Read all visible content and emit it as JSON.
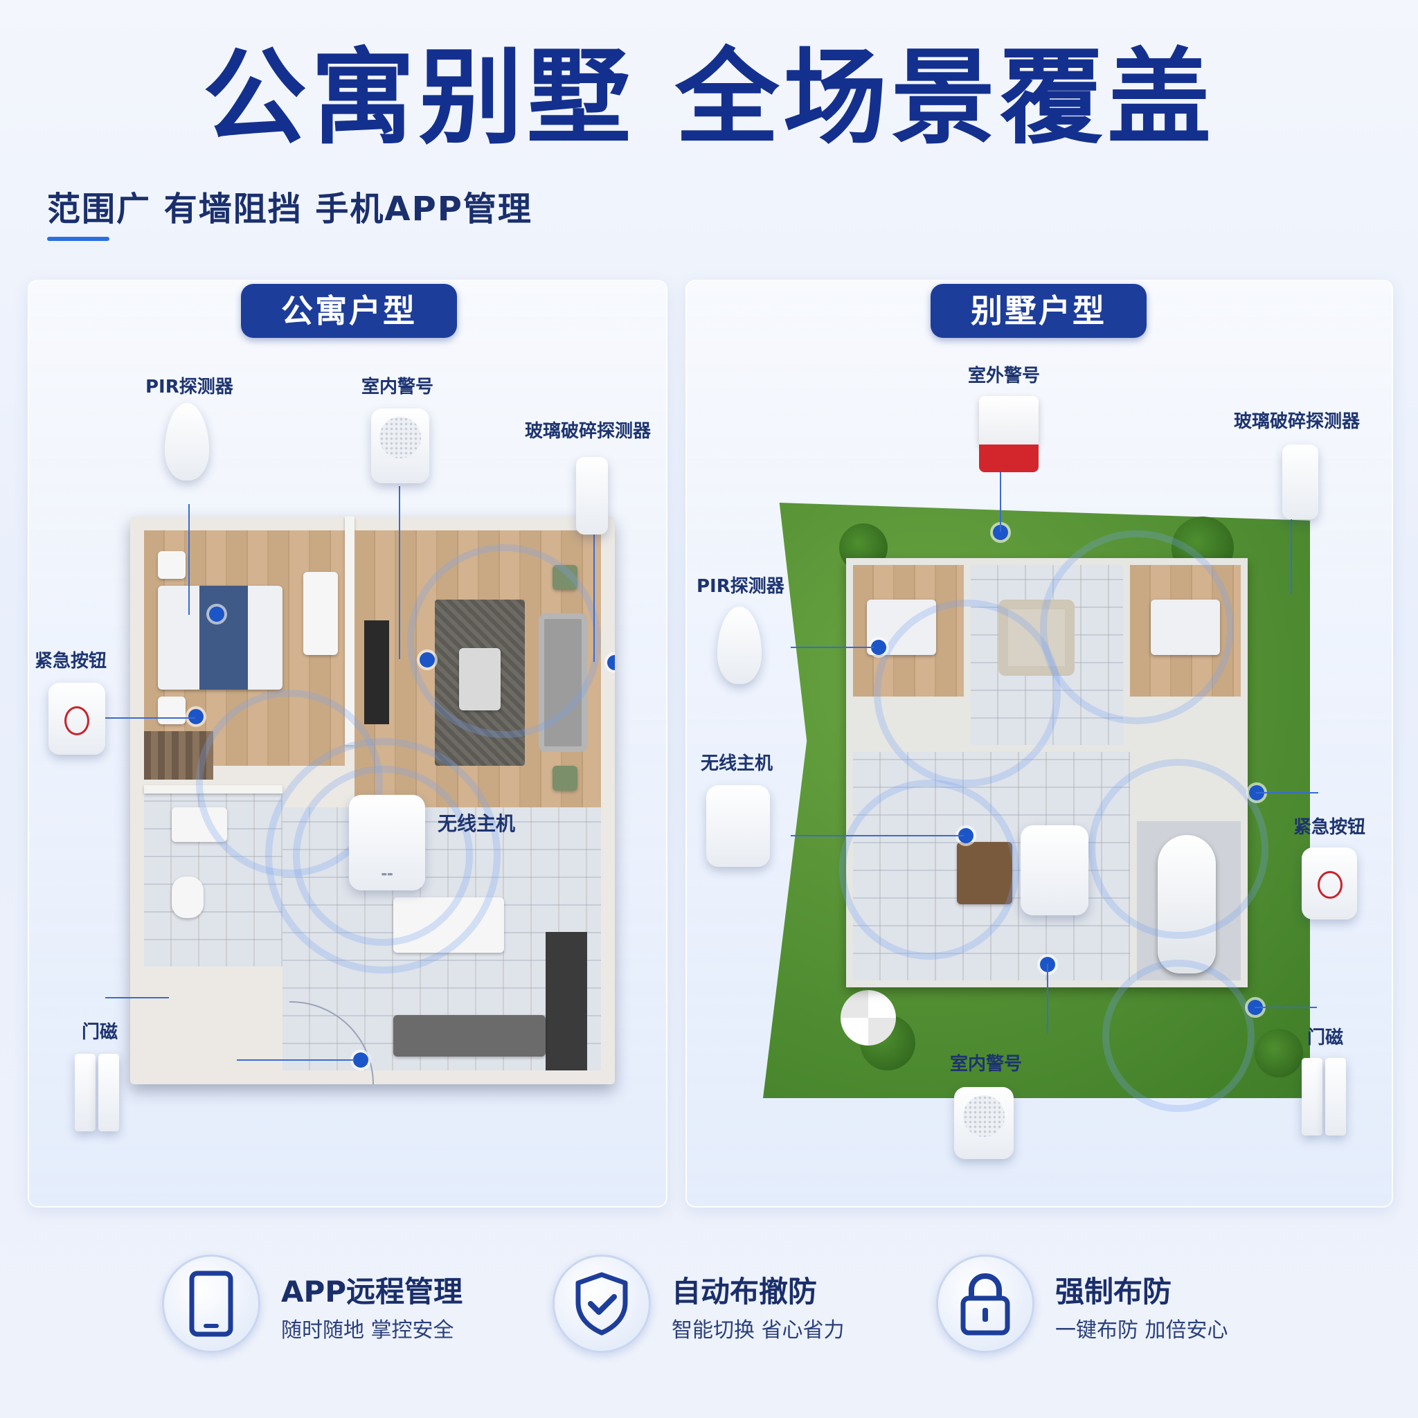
{
  "title": "公寓别墅 全场景覆盖",
  "subtitle": "范围广  有墙阻挡  手机APP管理",
  "apartment": {
    "tag": "公寓户型",
    "labels": {
      "pir": "PIR探测器",
      "indoor_siren": "室内警号",
      "glass_break": "玻璃破碎探测器",
      "panic_button": "紧急按钮",
      "hub": "无线主机",
      "door_contact": "门磁"
    }
  },
  "villa": {
    "tag": "别墅户型",
    "labels": {
      "outdoor_siren": "室外警号",
      "glass_break": "玻璃破碎探测器",
      "pir": "PIR探测器",
      "hub": "无线主机",
      "panic_button": "紧急按钮",
      "indoor_siren": "室内警号",
      "door_contact": "门磁"
    }
  },
  "features": [
    {
      "title": "APP远程管理",
      "subtitle": "随时随地 掌控安全",
      "icon": "smartphone-icon"
    },
    {
      "title": "自动布撤防",
      "subtitle": "智能切换 省心省力",
      "icon": "shield-check-icon"
    },
    {
      "title": "强制布防",
      "subtitle": "一键布防 加倍安心",
      "icon": "padlock-icon"
    }
  ],
  "colors": {
    "brand": "#14308e",
    "tag_bg": "#1d3d9a",
    "accent": "#2a6fe0",
    "siren_red": "#d3262c"
  }
}
